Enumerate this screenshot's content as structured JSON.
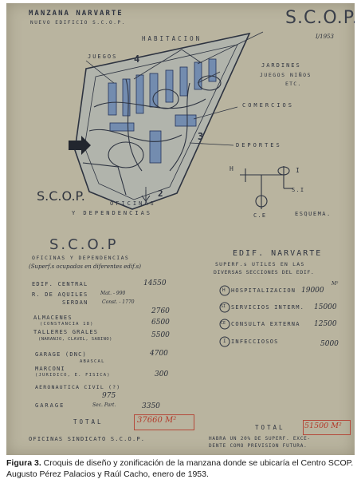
{
  "sheet": {
    "title_line1": "MANZANA NARVARTE",
    "title_line2": "NUEVO EDIFICIO S.C.O.P.",
    "scop_stamp": "S.C.O.P.",
    "stamp_date": "I/1953",
    "sketch_labels": {
      "habitacion": "HABITACION",
      "juegos": "JUEGOS",
      "jardines": "JARDINES",
      "juegos_ninos": "JUEGOS NIÑOS",
      "etc": "ETC.",
      "comercios": "COMERCIOS",
      "deportes": "DEPORTES",
      "scop_left": "S.C.O.P.",
      "oficinas": "OFICINAS",
      "y_dependencias": "Y DEPENDENCIAS",
      "zone_4": "4",
      "zone_3": "3",
      "zone_2": "2"
    },
    "diagram": {
      "h": "H",
      "i": "I",
      "si": "S.I",
      "ce": "C.E",
      "esquema": "ESQUEMA."
    },
    "left_table": {
      "heading": "S.C.O.P",
      "subheading": "OFICINAS Y DEPENDENCIAS",
      "note": "(Superf.s ocupadas en diferentes edif.s)",
      "rows": [
        {
          "label": "EDIF. CENTRAL",
          "value": "14550"
        },
        {
          "label": "R. DE AQUILES",
          "sub": "Mat. - 990",
          "value": ""
        },
        {
          "label": "SERDAN",
          "sub": "Const. - 1770",
          "value": ""
        },
        {
          "label": "",
          "sub": "",
          "value": "2760"
        },
        {
          "label": "ALMACENES",
          "sub": "(CONSTANCIA 18)",
          "value": "6500"
        },
        {
          "label": "TALLERES GRALES",
          "sub": "(NARANJO, CLAVEL, SABINO)",
          "value": "5500"
        },
        {
          "label": "GARAGE (DNC)",
          "sub": "ABASCAL",
          "value": "4700"
        },
        {
          "label": "MARCONI",
          "sub": "(JURIDICO, E. FISICA)",
          "value": "300"
        },
        {
          "label": "AERONAUTICA CIVIL (?)",
          "sub": "",
          "value": "975"
        },
        {
          "label": "GARAGE",
          "sub": "Sec. Part.",
          "value": "3350"
        }
      ],
      "total_label": "TOTAL",
      "total_value": "37660 M²",
      "footnote": "OFICINAS SINDICATO S.C.O.P."
    },
    "right_table": {
      "heading": "EDIF. NARVARTE",
      "subheading_1": "SUPERF.s UTILES EN LAS",
      "subheading_2": "DIVERSAS SECCIONES DEL EDIF.",
      "rows": [
        {
          "mark": "H",
          "label": "HOSPITALIZACION",
          "value": "19000"
        },
        {
          "mark": "SI",
          "label": "SERVICIOS INTERM.",
          "value": "15000"
        },
        {
          "mark": "CE",
          "label": "CONSULTA EXTERNA",
          "value": "12500"
        },
        {
          "mark": "I",
          "label": "INFECCIOSOS",
          "value": "5000"
        }
      ],
      "unit": "M²",
      "total_label": "TOTAL",
      "total_value": "51500 M²",
      "note_1": "HABRA UN 20% DE SUPERF. EXCE-",
      "note_2": "DENTE COMO PREVISION FUTURA."
    }
  },
  "caption": {
    "label": "Figura 3.",
    "text": " Croquis de diseño y zonificación de la manzana donde se ubicaría el Centro SCOP. Augusto Pérez Palacios y Raúl Cacho, enero de 1953."
  }
}
